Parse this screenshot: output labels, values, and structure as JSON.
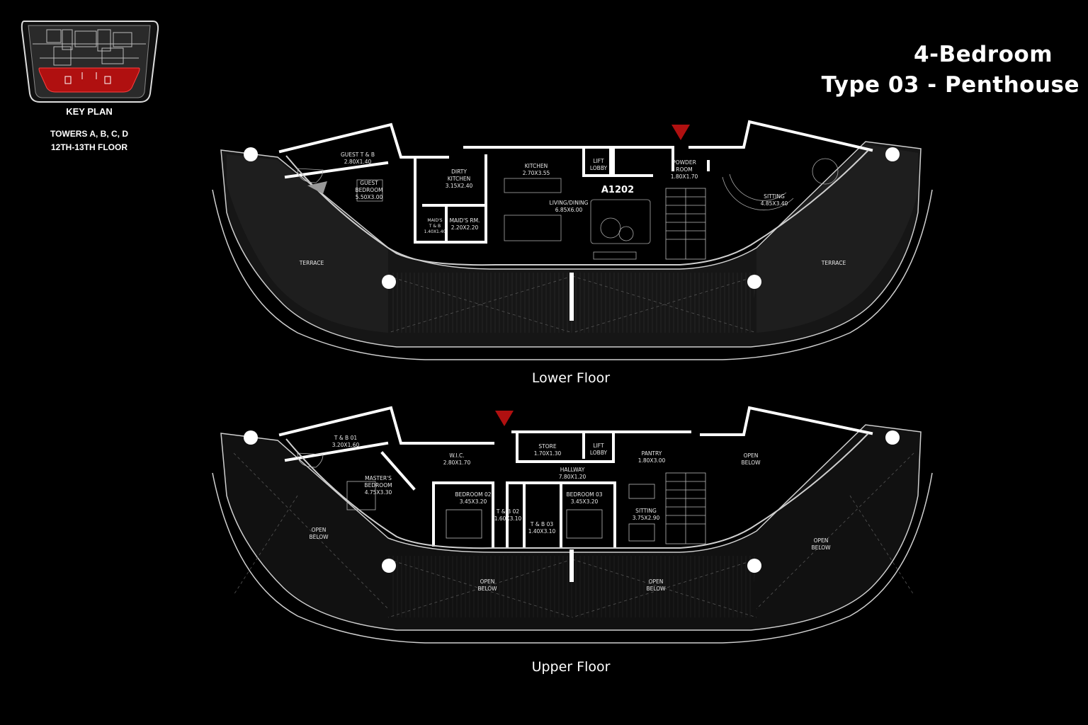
{
  "header": {
    "line1": "4-Bedroom",
    "line2": "Type 03 - Penthouse"
  },
  "key_plan": {
    "title": "KEY PLAN",
    "towers": "TOWERS A, B, C, D",
    "floors": "12TH-13TH FLOOR",
    "highlight_color": "#b01010"
  },
  "lower_floor": {
    "label": "Lower Floor",
    "unit": "A1202",
    "rooms": [
      {
        "name": "GUEST T & B",
        "size": "2.80X1.40"
      },
      {
        "name": "GUEST\nBEDROOM",
        "size": "5.50X3.00"
      },
      {
        "name": "DIRTY\nKITCHEN",
        "size": "3.15X2.40"
      },
      {
        "name": "MAID'S\nT & B",
        "size": "1.40X1.40"
      },
      {
        "name": "MAID'S RM.",
        "size": "2.20X2.20"
      },
      {
        "name": "KITCHEN",
        "size": "2.70X3.55"
      },
      {
        "name": "LIFT\nLOBBY",
        "size": ""
      },
      {
        "name": "POWDER\nROOM",
        "size": "1.80X1.70"
      },
      {
        "name": "LIVING/DINING",
        "size": "6.85X6.00"
      },
      {
        "name": "SITTING",
        "size": "4.85X3.40"
      },
      {
        "name": "TERRACE",
        "size": ""
      },
      {
        "name": "TERRACE",
        "size": ""
      }
    ]
  },
  "upper_floor": {
    "label": "Upper Floor",
    "rooms": [
      {
        "name": "T & B 01",
        "size": "3.20X1.60"
      },
      {
        "name": "W.I.C.",
        "size": "2.80X1.70"
      },
      {
        "name": "STORE",
        "size": "1.70X1.30"
      },
      {
        "name": "LIFT\nLOBBY",
        "size": ""
      },
      {
        "name": "PANTRY",
        "size": "1.80X3.00"
      },
      {
        "name": "HALLWAY",
        "size": "7.80X1.20"
      },
      {
        "name": "MASTER'S\nBEDROOM",
        "size": "4.75X3.30"
      },
      {
        "name": "BEDROOM 02",
        "size": "3.45X3.20"
      },
      {
        "name": "T & B 02",
        "size": "1.60X3.10"
      },
      {
        "name": "T & B 03",
        "size": "1.40X3.10"
      },
      {
        "name": "BEDROOM 03",
        "size": "3.45X3.20"
      },
      {
        "name": "SITTING",
        "size": "3.75X2.90"
      },
      {
        "name": "OPEN\nBELOW",
        "size": ""
      },
      {
        "name": "OPEN\nBELOW",
        "size": ""
      },
      {
        "name": "OPEN\nBELOW",
        "size": ""
      },
      {
        "name": "OPEN\nBELOW",
        "size": ""
      },
      {
        "name": "OPEN\nBELOW",
        "size": ""
      }
    ]
  },
  "colors": {
    "background": "#000000",
    "wall": "#ffffff",
    "accent_marker": "#b01010",
    "terrace_fill": "#1c1c1c"
  }
}
